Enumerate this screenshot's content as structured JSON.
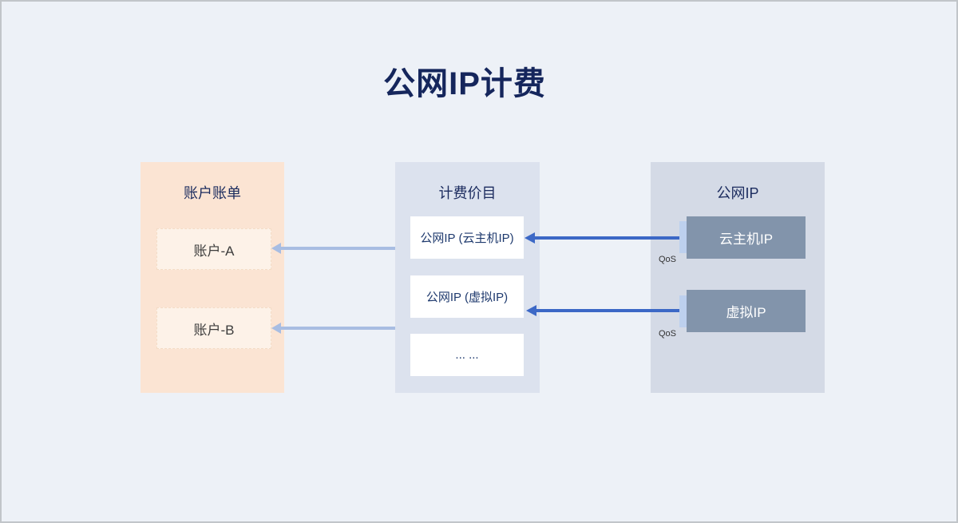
{
  "title": "公网IP计费",
  "panels": {
    "accounts": {
      "header": "账户账单",
      "items": [
        {
          "label": "账户-A"
        },
        {
          "label": "账户-B"
        }
      ]
    },
    "pricing": {
      "header": "计费价目",
      "items": [
        {
          "label": "公网IP (云主机IP)"
        },
        {
          "label": "公网IP (虚拟IP)"
        },
        {
          "label": "... ..."
        }
      ]
    },
    "public_ip": {
      "header": "公网IP",
      "items": [
        {
          "label": "云主机IP",
          "qos_label": "QoS"
        },
        {
          "label": "虚拟IP",
          "qos_label": "QoS"
        }
      ]
    }
  },
  "colors": {
    "canvas_background": "#edf1f7",
    "canvas_border": "#c1c5c9",
    "title_text": "#15265c",
    "accounts_panel": "#fbe4d3",
    "account_node": "#fdf2e8",
    "pricing_panel": "#dce2ee",
    "pricing_node": "#ffffff",
    "public_ip_panel": "#d4dae6",
    "public_ip_node": "#8294ab",
    "qos_tab": "#bdd0ee",
    "arrow_dark": "#3c68c6",
    "arrow_light": "#a8bde2"
  }
}
